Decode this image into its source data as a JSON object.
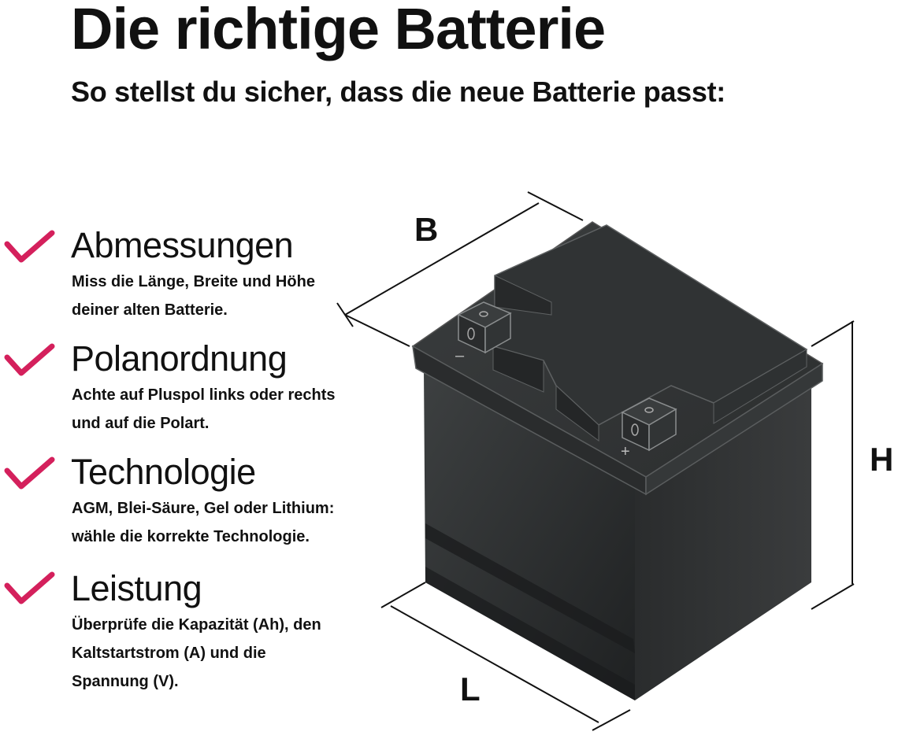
{
  "header": {
    "title": "Die richtige Batterie",
    "subtitle": "So stellst du sicher, dass die neue Batterie passt:"
  },
  "features": [
    {
      "title": "Abmessungen",
      "lines": [
        "Miss die Länge, Breite und Höhe",
        "deiner alten Batterie."
      ]
    },
    {
      "title": "Polanordnung",
      "lines": [
        "Achte auf Pluspol links oder rechts",
        "und auf die Polart."
      ]
    },
    {
      "title": "Technologie",
      "lines": [
        "AGM, Blei-Säure, Gel oder Lithium:",
        "wähle die korrekte Technologie."
      ]
    },
    {
      "title": "Leistung",
      "lines": [
        "Überprüfe die Kapazität (Ah), den",
        "Kaltstartstrom (A) und die",
        "Spannung (V)."
      ]
    }
  ],
  "diagram": {
    "label_b": "B",
    "label_h": "H",
    "label_l": "L",
    "minus_sign": "–",
    "plus_sign": "+"
  },
  "icons": {
    "check": "checkmark-icon"
  },
  "colors": {
    "check": "#d4205c",
    "battery_dark": "#2b2d2e",
    "battery_mid": "#3a3d3e",
    "text": "#111111"
  }
}
